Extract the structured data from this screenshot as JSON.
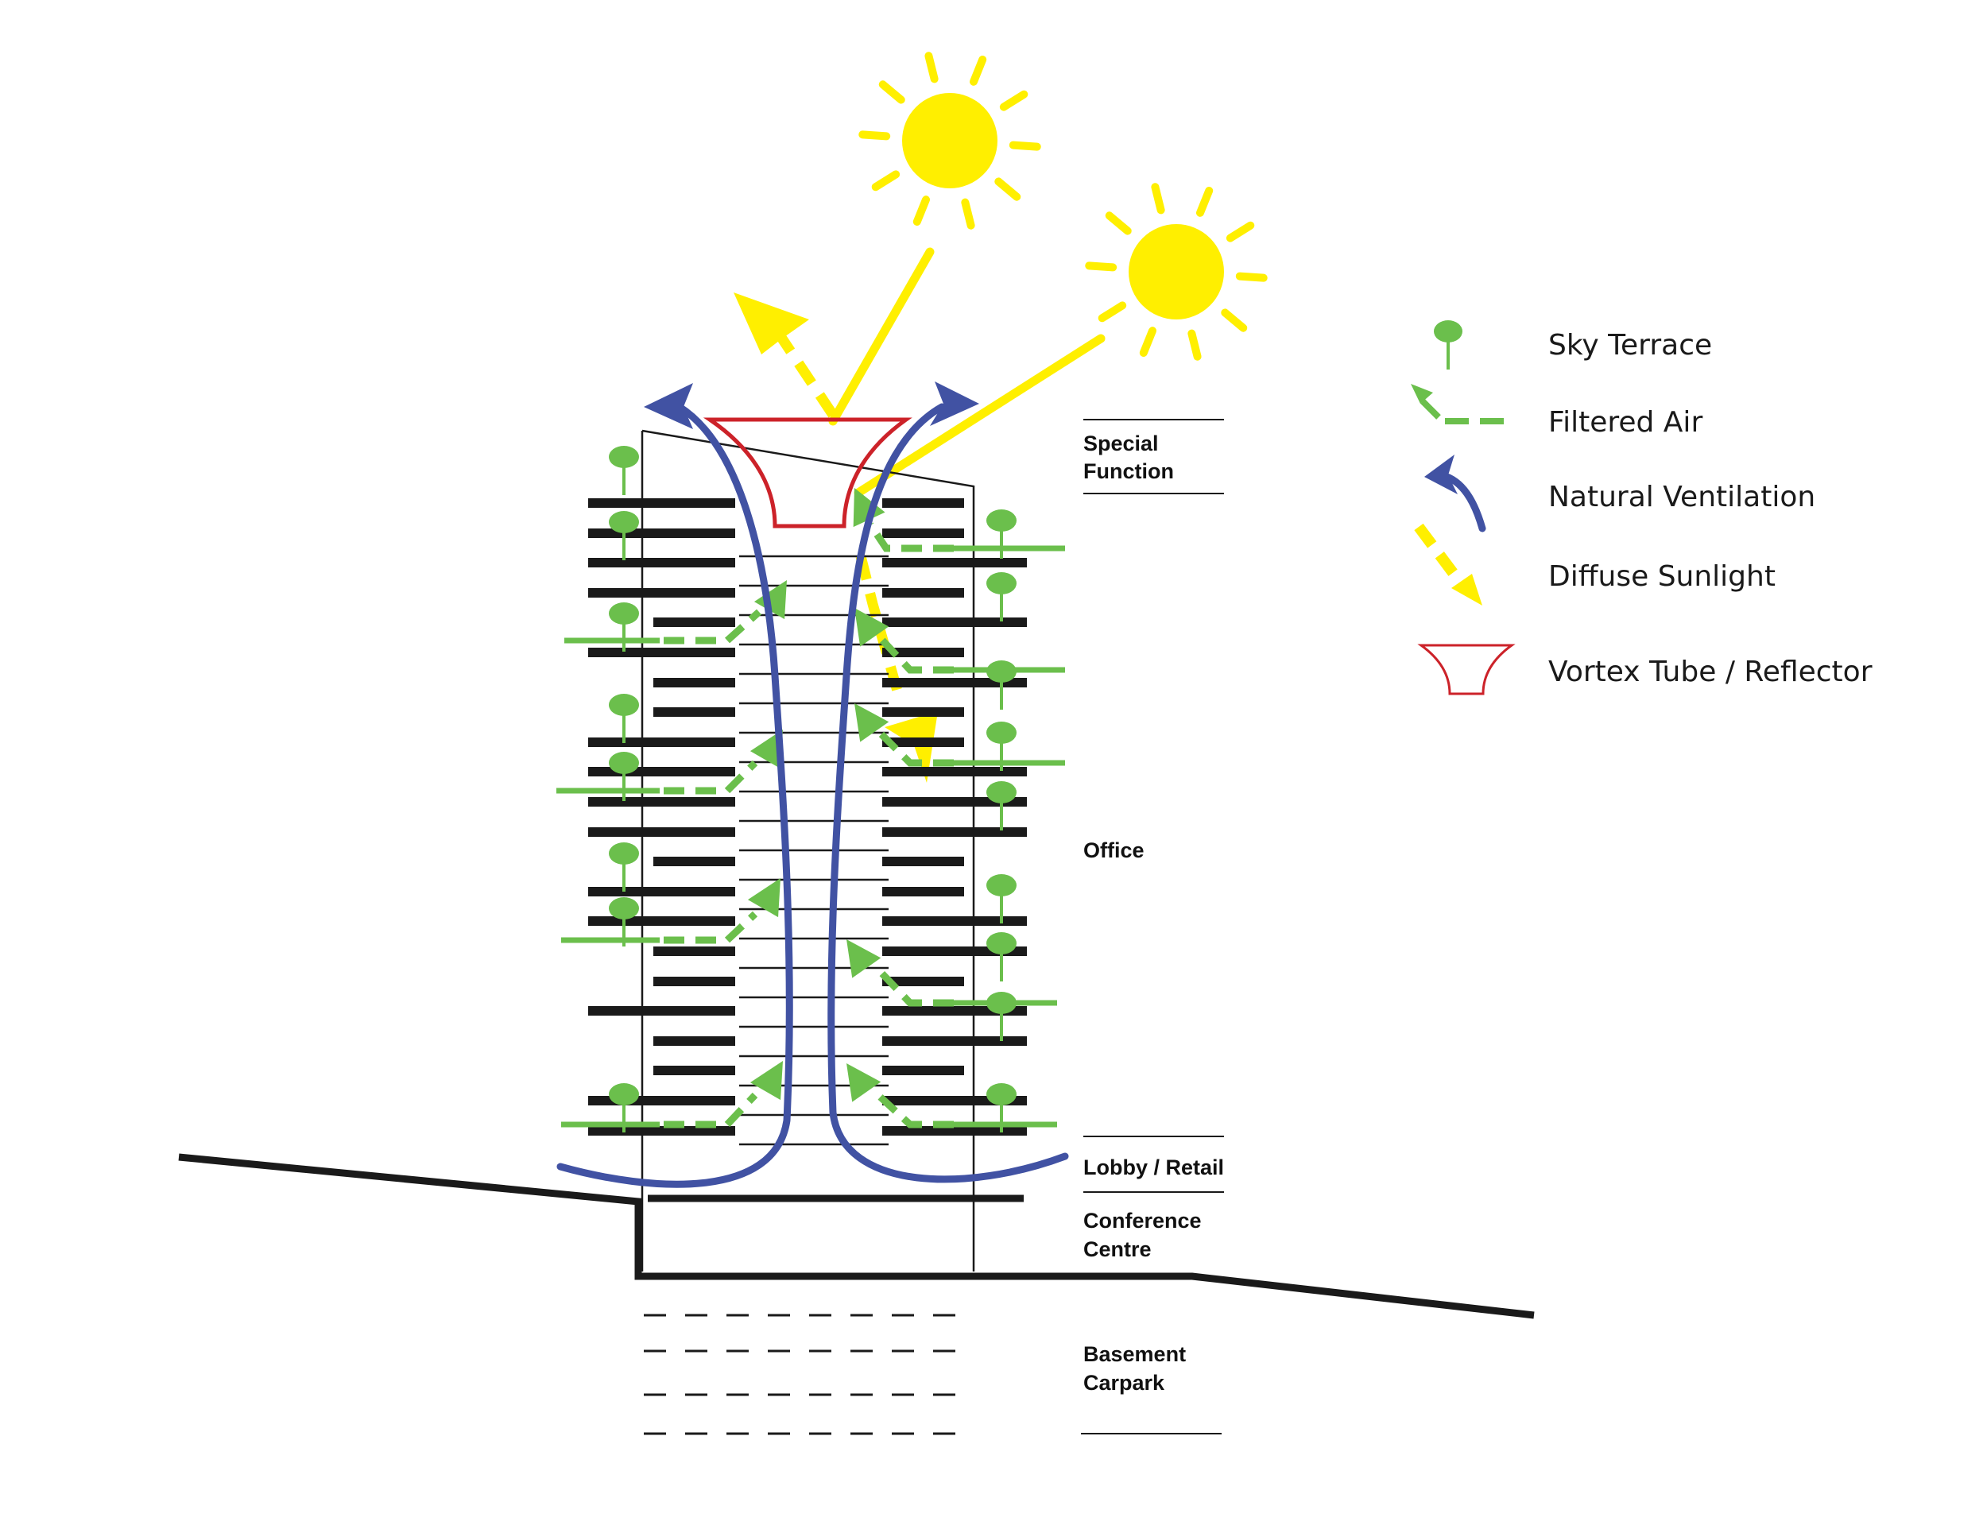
{
  "colors": {
    "sun": "#FFEF00",
    "terrace": "#6BBF4C",
    "ventilation": "#4152A3",
    "reflector": "#CC2229",
    "structure": "#1A1A1A"
  },
  "zones": {
    "special_function": [
      "Special",
      "Function"
    ],
    "office": "Office",
    "lobby_retail": "Lobby / Retail",
    "conference_centre": [
      "Conference",
      "Centre"
    ],
    "basement_carpark": [
      "Basement",
      "Carpark"
    ]
  },
  "legend": {
    "sky_terrace": "Sky Terrace",
    "filtered_air": "Filtered Air",
    "natural_ventilation": "Natural Ventilation",
    "diffuse_sunlight": "Diffuse Sunlight",
    "vortex_tube": "Vortex Tube / Reflector"
  }
}
